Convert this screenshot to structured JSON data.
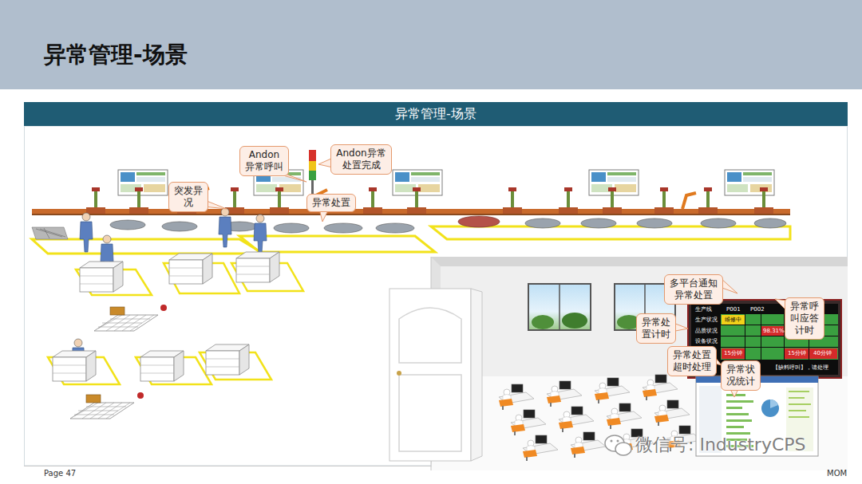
{
  "diagram": {
    "title": "异常管理-场景",
    "nodes": [
      {
        "text": [
          "异常管理-场景"
        ]
      },
      {
        "text": [
          "Andon 异常呼叫"
        ]
      },
      {
        "text": [
          "Andon异常 处置完成"
        ]
      },
      {
        "text": [
          "突发异 况"
        ]
      },
      {
        "text": [
          "异常处置"
        ]
      },
      {
        "text": [
          "多平台通知 异常处置"
        ]
      },
      {
        "text": [
          "异常呼 叫应答 计时"
        ]
      },
      {
        "text": [
          "异常处 置计时"
        ]
      },
      {
        "text": [
          "异常处置 超时处理"
        ]
      },
      {
        "text": [
          "异常状 况统计"
        ]
      }
    ],
    "labels": [
      "生产线",
      "P001",
      "P002",
      "生产状况",
      "维修中",
      "品质状况",
      "98.31%",
      "设备状况",
      "15分钟",
      "15分钟",
      "40分钟",
      "【缺料呼叫】，请处理",
      "Page 47",
      "MOM",
      "微信号: IndustryCPS"
    ]
  }
}
